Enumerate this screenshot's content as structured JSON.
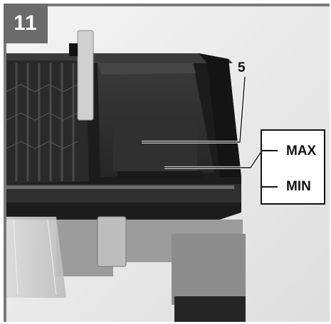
{
  "figure": {
    "number": "11",
    "callout": "5",
    "levels": {
      "max": "MAX",
      "min": "MIN"
    }
  },
  "colors": {
    "number_box": "#6b6b6b",
    "frame": "#7a7a7a",
    "machine_body": "#1f1f1f",
    "water_tray": "#2e2e2e"
  }
}
